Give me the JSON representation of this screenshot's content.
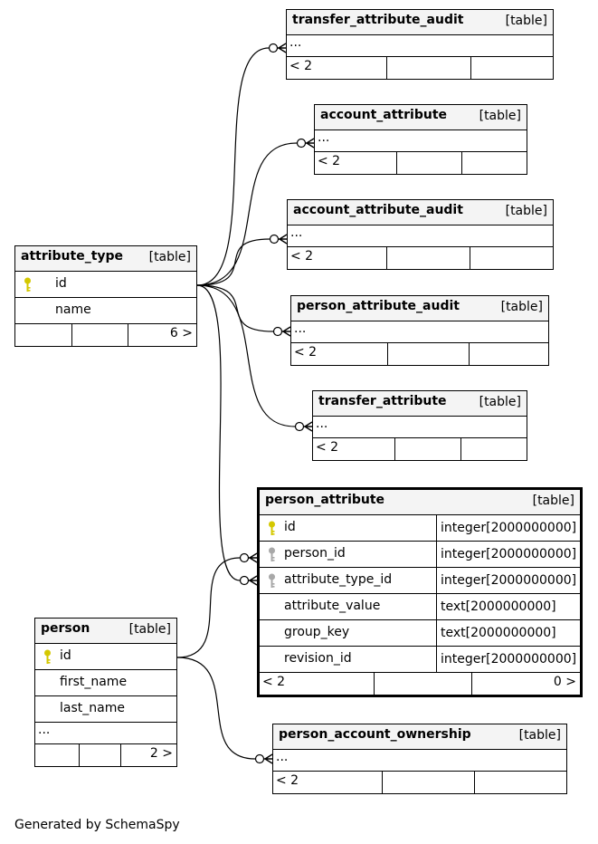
{
  "tables": [
    {
      "id": "transfer_attribute_audit",
      "name": "transfer_attribute_audit",
      "tag": "[table]",
      "rows": [
        {
          "text": "...",
          "ellipsis": true
        }
      ],
      "footer_left": "< 2",
      "footer_right": ""
    },
    {
      "id": "account_attribute",
      "name": "account_attribute",
      "tag": "[table]",
      "rows": [
        {
          "text": "...",
          "ellipsis": true
        }
      ],
      "footer_left": "< 2",
      "footer_right": ""
    },
    {
      "id": "account_attribute_audit",
      "name": "account_attribute_audit",
      "tag": "[table]",
      "rows": [
        {
          "text": "...",
          "ellipsis": true
        }
      ],
      "footer_left": "< 2",
      "footer_right": ""
    },
    {
      "id": "attribute_type",
      "name": "attribute_type",
      "tag": "[table]",
      "rows": [
        {
          "text": "id",
          "key": "primary"
        },
        {
          "text": "name"
        }
      ],
      "footer_left": "",
      "footer_right": "6 >"
    },
    {
      "id": "person_attribute_audit",
      "name": "person_attribute_audit",
      "tag": "[table]",
      "rows": [
        {
          "text": "...",
          "ellipsis": true
        }
      ],
      "footer_left": "< 2",
      "footer_right": ""
    },
    {
      "id": "transfer_attribute",
      "name": "transfer_attribute",
      "tag": "[table]",
      "rows": [
        {
          "text": "...",
          "ellipsis": true
        }
      ],
      "footer_left": "< 2",
      "footer_right": ""
    },
    {
      "id": "person_attribute",
      "name": "person_attribute",
      "tag": "[table]",
      "focus": true,
      "rows": [
        {
          "text": "id",
          "type": "integer[2000000000]",
          "key": "primary"
        },
        {
          "text": "person_id",
          "type": "integer[2000000000]",
          "key": "foreign"
        },
        {
          "text": "attribute_type_id",
          "type": "integer[2000000000]",
          "key": "foreign"
        },
        {
          "text": "attribute_value",
          "type": "text[2000000000]"
        },
        {
          "text": "group_key",
          "type": "text[2000000000]"
        },
        {
          "text": "revision_id",
          "type": "integer[2000000000]"
        }
      ],
      "footer_left": "< 2",
      "footer_right": "0 >"
    },
    {
      "id": "person",
      "name": "person",
      "tag": "[table]",
      "rows": [
        {
          "text": "id",
          "key": "primary"
        },
        {
          "text": "first_name"
        },
        {
          "text": "last_name"
        },
        {
          "text": "...",
          "ellipsis": true
        }
      ],
      "footer_left": "",
      "footer_right": "2 >"
    },
    {
      "id": "person_account_ownership",
      "name": "person_account_ownership",
      "tag": "[table]",
      "rows": [
        {
          "text": "...",
          "ellipsis": true
        }
      ],
      "footer_left": "< 2",
      "footer_right": ""
    }
  ],
  "relationships": [
    {
      "from": "attribute_type",
      "to": "transfer_attribute_audit"
    },
    {
      "from": "attribute_type",
      "to": "account_attribute"
    },
    {
      "from": "attribute_type",
      "to": "account_attribute_audit"
    },
    {
      "from": "attribute_type",
      "to": "person_attribute_audit"
    },
    {
      "from": "attribute_type",
      "to": "transfer_attribute"
    },
    {
      "from": "attribute_type",
      "to": "person_attribute.attribute_type_id"
    },
    {
      "from": "person",
      "to": "person_attribute.person_id"
    },
    {
      "from": "person",
      "to": "person_account_ownership"
    }
  ],
  "colors": {
    "primary_key": "#d4c800",
    "foreign_key": "#a8a8a8",
    "header_bg": "#f4f4f4"
  },
  "footer_note": "Generated by SchemaSpy"
}
